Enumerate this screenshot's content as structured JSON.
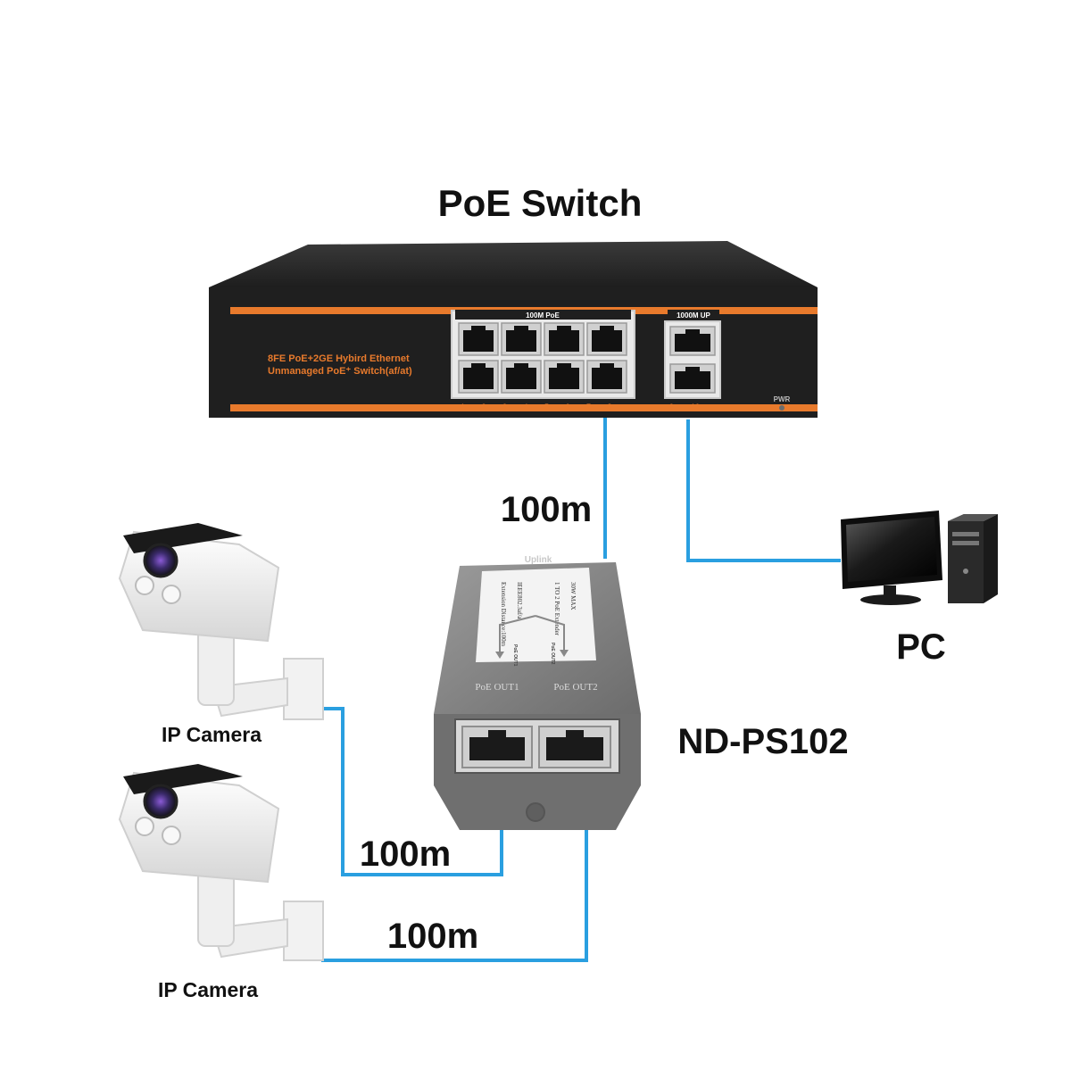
{
  "title": "PoE Switch",
  "switch": {
    "model_line1": "8FE PoE+2GE Hybird Ethernet",
    "model_line2": "Unmanaged PoE⁺ Switch(af/at)",
    "poe_group_label": "100M PoE",
    "uplink_group_label": "1000M UP",
    "pwr_label": "PWR",
    "port_numbers": [
      "1",
      "2",
      "3",
      "4",
      "5",
      "6",
      "7",
      "8"
    ],
    "uplink_numbers": [
      "9",
      "10"
    ],
    "body_color": "#1f1f1f",
    "accent_color": "#e87a2c"
  },
  "extender": {
    "name": "ND-PS102",
    "uplink_label": "Uplink",
    "out1_label": "PoE OUT1",
    "out2_label": "PoE OUT2",
    "sticker_lines": [
      "30W MAX",
      "1 TO 2 PoE Extender",
      "IEEE802.3af/at",
      "Extension Distance:100m"
    ],
    "sticker_out1": "PoE OUT1",
    "sticker_out2": "PoE OUT2",
    "body_color": "#7d7d7d"
  },
  "pc_label": "PC",
  "cameras": [
    {
      "label": "IP Camera"
    },
    {
      "label": "IP Camera"
    }
  ],
  "distances": {
    "switch_to_extender": "100m",
    "out1_to_camera1": "100m",
    "out2_to_camera2": "100m"
  },
  "wire_color": "#2a9fe0"
}
